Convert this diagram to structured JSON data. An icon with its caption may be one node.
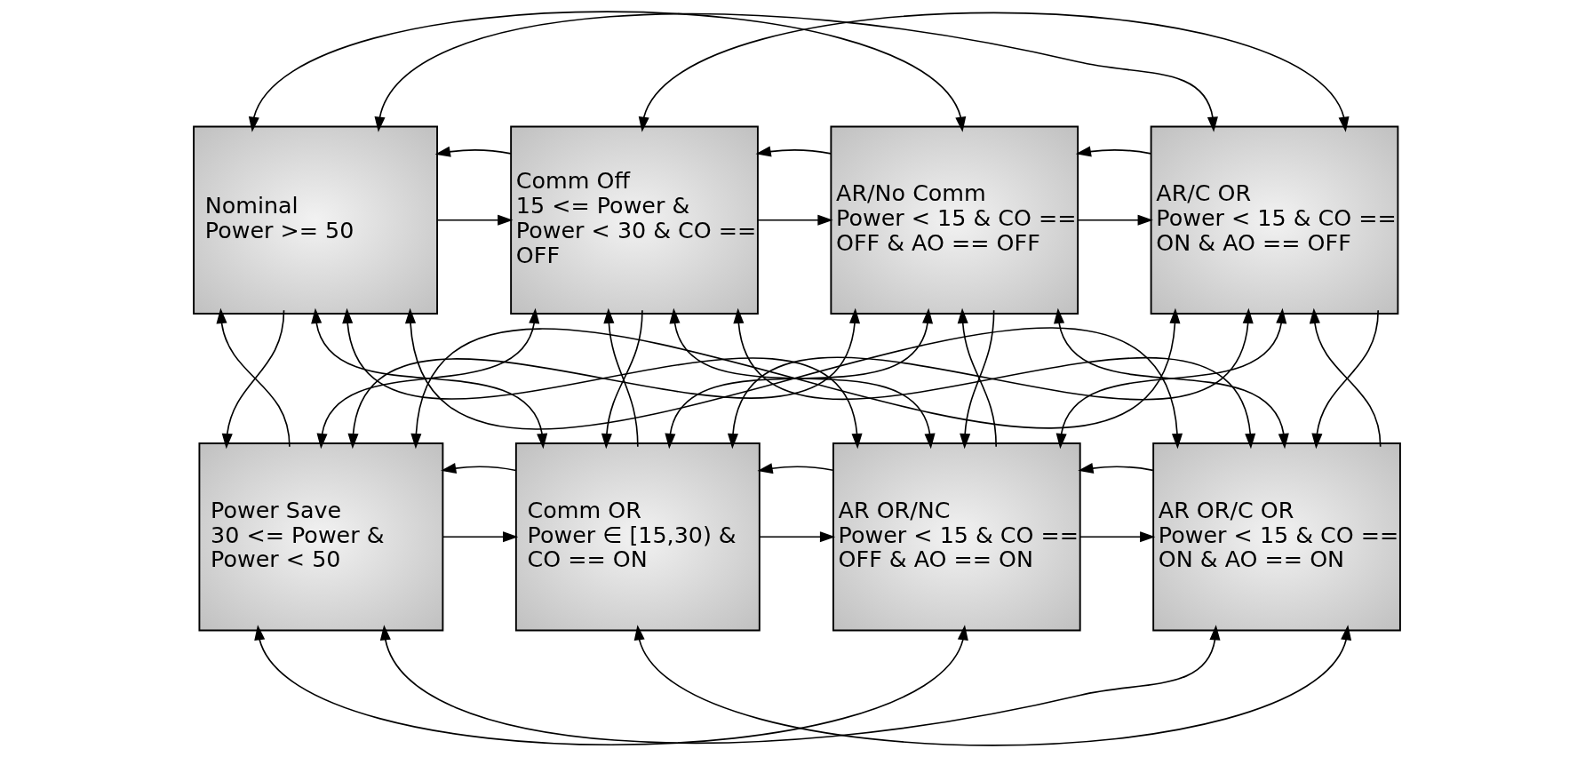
{
  "diagram": {
    "nodes": [
      {
        "text": [
          "Nominal",
          "Power >= 50"
        ]
      },
      {
        "text": [
          "Comm Off",
          "15 <= Power & Power < 30 & CO == OFF"
        ]
      },
      {
        "text": [
          "AR/No Comm",
          "Power < 15 & CO == OFF & AO == OFF"
        ]
      },
      {
        "text": [
          "AR/C OR",
          "Power < 15 & CO == ON & AO == OFF"
        ]
      },
      {
        "text": [
          "Power Save",
          "30 <= Power & Power < 50"
        ]
      },
      {
        "text": [
          "Comm OR",
          "Power ∈ [15,30) & CO == ON"
        ]
      },
      {
        "text": [
          "AR OR/NC",
          "Power < 15 & CO == OFF & AO == ON"
        ]
      },
      {
        "text": [
          "AR OR/C OR",
          "Power < 15 & CO == ON & AO == ON"
        ]
      }
    ],
    "edges": [
      {
        "from": 0,
        "to": 1,
        "arrow": "to"
      },
      {
        "from": 1,
        "to": 0,
        "arrow": "to"
      },
      {
        "from": 1,
        "to": 2,
        "arrow": "to"
      },
      {
        "from": 2,
        "to": 1,
        "arrow": "to"
      },
      {
        "from": 2,
        "to": 3,
        "arrow": "to"
      },
      {
        "from": 3,
        "to": 2,
        "arrow": "to"
      },
      {
        "from": 0,
        "to": 3,
        "arrow": "both"
      },
      {
        "from": 0,
        "to": 2,
        "arrow": "both"
      },
      {
        "from": 1,
        "to": 3,
        "arrow": "both"
      },
      {
        "from": 0,
        "to": 4,
        "arrow": "to"
      },
      {
        "from": 4,
        "to": 0,
        "arrow": "to"
      },
      {
        "from": 1,
        "to": 5,
        "arrow": "to"
      },
      {
        "from": 5,
        "to": 1,
        "arrow": "to"
      },
      {
        "from": 2,
        "to": 6,
        "arrow": "to"
      },
      {
        "from": 6,
        "to": 2,
        "arrow": "to"
      },
      {
        "from": 3,
        "to": 7,
        "arrow": "to"
      },
      {
        "from": 7,
        "to": 3,
        "arrow": "to"
      },
      {
        "from": 0,
        "to": 5,
        "arrow": "both"
      },
      {
        "from": 1,
        "to": 4,
        "arrow": "both"
      },
      {
        "from": 1,
        "to": 6,
        "arrow": "both"
      },
      {
        "from": 2,
        "to": 5,
        "arrow": "both"
      },
      {
        "from": 2,
        "to": 7,
        "arrow": "both"
      },
      {
        "from": 3,
        "to": 6,
        "arrow": "both"
      },
      {
        "from": 0,
        "to": 6,
        "arrow": "both"
      },
      {
        "from": 0,
        "to": 7,
        "arrow": "both"
      },
      {
        "from": 1,
        "to": 7,
        "arrow": "both"
      },
      {
        "from": 2,
        "to": 4,
        "arrow": "both"
      },
      {
        "from": 3,
        "to": 4,
        "arrow": "both"
      },
      {
        "from": 3,
        "to": 5,
        "arrow": "both"
      },
      {
        "from": 4,
        "to": 5,
        "arrow": "to"
      },
      {
        "from": 5,
        "to": 4,
        "arrow": "to"
      },
      {
        "from": 5,
        "to": 6,
        "arrow": "to"
      },
      {
        "from": 6,
        "to": 5,
        "arrow": "to"
      },
      {
        "from": 6,
        "to": 7,
        "arrow": "to"
      },
      {
        "from": 7,
        "to": 6,
        "arrow": "to"
      },
      {
        "from": 4,
        "to": 7,
        "arrow": "both"
      },
      {
        "from": 4,
        "to": 6,
        "arrow": "both"
      },
      {
        "from": 5,
        "to": 7,
        "arrow": "both"
      }
    ]
  }
}
